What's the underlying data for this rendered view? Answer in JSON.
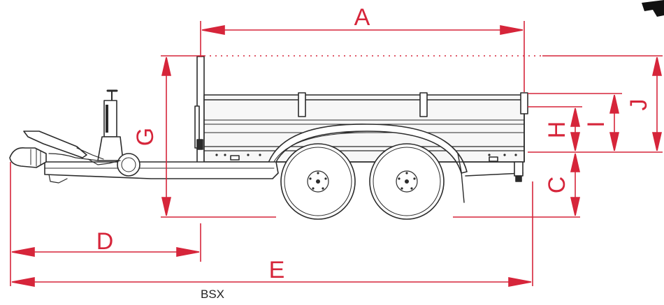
{
  "colors": {
    "dimension": "#d6253a",
    "outline": "#2b2b2b",
    "panel": "#f4f4f4",
    "stroke_light": "#555555"
  },
  "dimensions": {
    "A": "A",
    "B": "",
    "C": "C",
    "D": "D",
    "E": "E",
    "G": "G",
    "H": "H",
    "I": "I",
    "J": "J"
  },
  "caption": "BSX",
  "icons": {
    "corner": "logo-corner-icon"
  }
}
